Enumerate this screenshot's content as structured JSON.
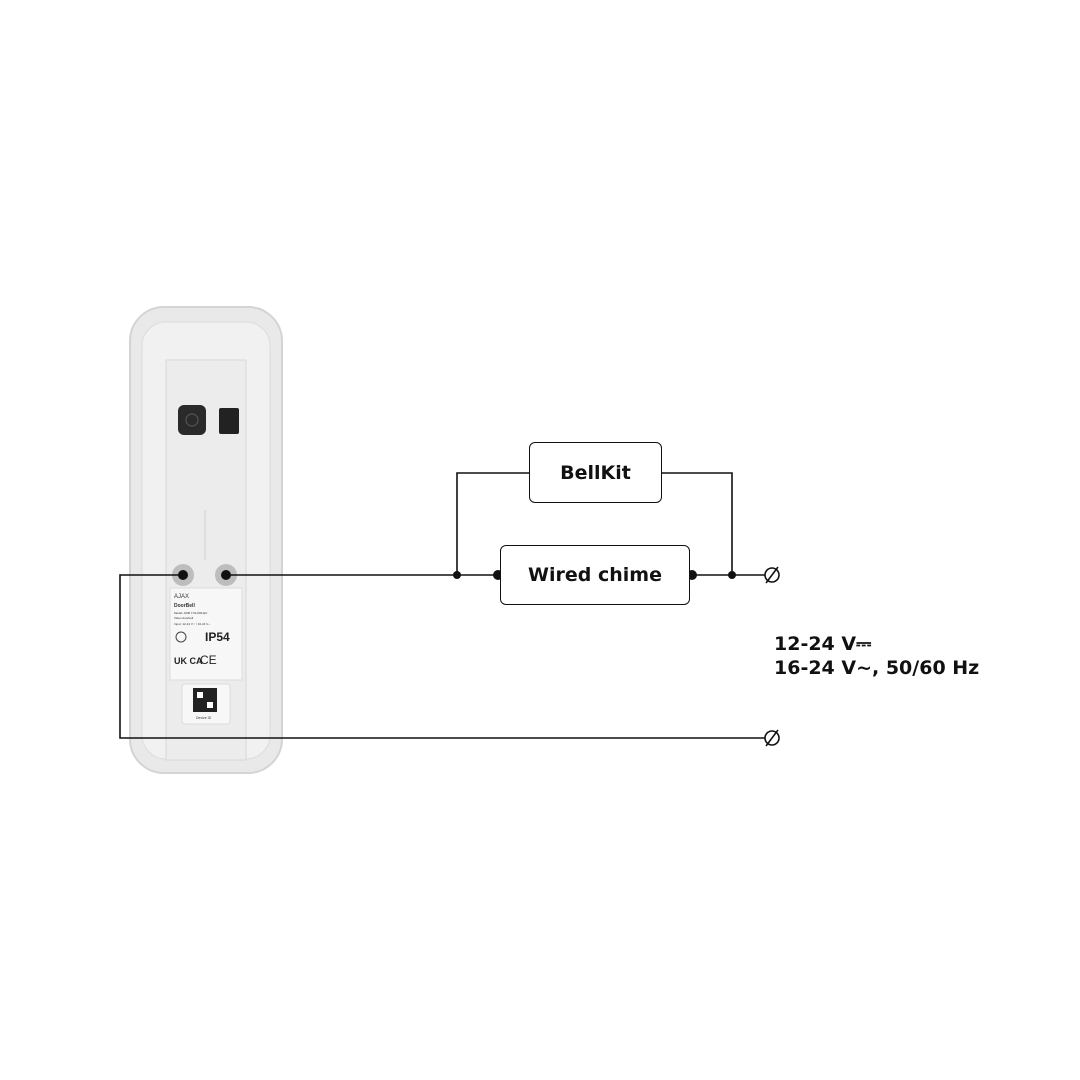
{
  "device": {
    "brand": "AJAX",
    "product": "DoorBell",
    "model": "Model: ADB Y-W-000-EU",
    "type": "Video doorbell",
    "input": "Input: 12-24 V⎓ / 16-24 V~",
    "ip_rating": "IP54",
    "marks": [
      "UK CA",
      "CE"
    ],
    "qr_label": "Device ID"
  },
  "components": {
    "bellkit": "BellKit",
    "chime": "Wired chime"
  },
  "power": {
    "dc": "12-24 V⎓",
    "ac": "16-24 V~, 50/60 Hz"
  },
  "colors": {
    "wire": "#111111",
    "device": "#e6e6e6"
  }
}
